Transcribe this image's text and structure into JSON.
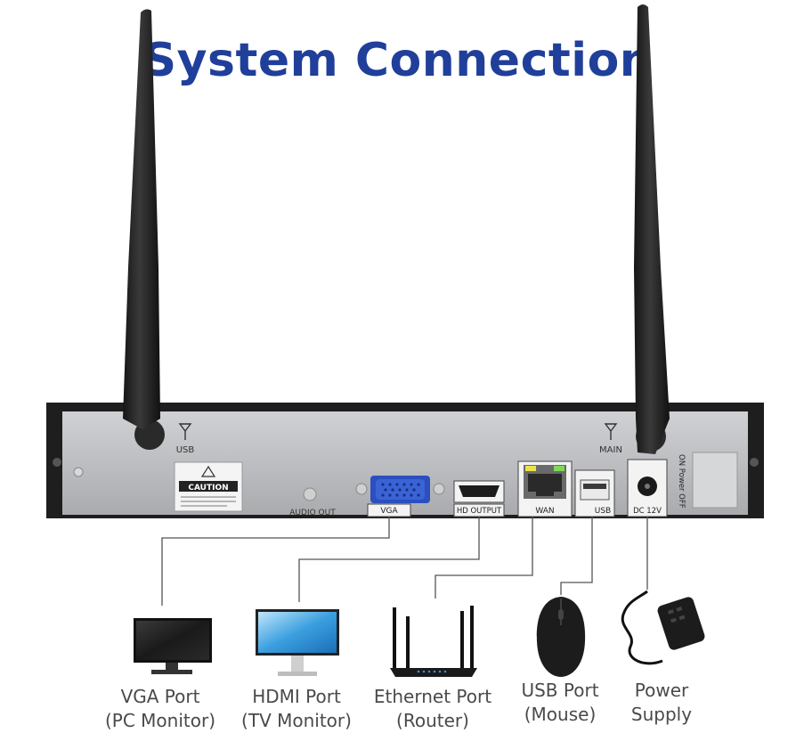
{
  "title": "System Connection",
  "device": {
    "antenna_left_label": "USB",
    "antenna_right_label": "MAIN",
    "caution_label": "CAUTION",
    "audio_label": "AUDIO OUT",
    "ports": {
      "vga": "VGA",
      "hdmi": "HD OUTPUT",
      "wan": "WAN",
      "usb": "USB",
      "dc": "DC 12V"
    },
    "power_switch_label": "ON Power OFF"
  },
  "connections": [
    {
      "line1": "VGA Port",
      "line2": "(PC Monitor)"
    },
    {
      "line1": "HDMI Port",
      "line2": "(TV Monitor)"
    },
    {
      "line1": "Ethernet Port",
      "line2": "(Router)"
    },
    {
      "line1": "USB Port",
      "line2": "(Mouse)"
    },
    {
      "line1": "Power",
      "line2": "Supply"
    }
  ],
  "colors": {
    "title": "#1f3f9a",
    "panel": "#b9bbbe",
    "frame": "#2a2a2a",
    "vga_port": "#3a63d6",
    "led_green": "#7ed957",
    "led_yellow": "#e9e34a"
  }
}
